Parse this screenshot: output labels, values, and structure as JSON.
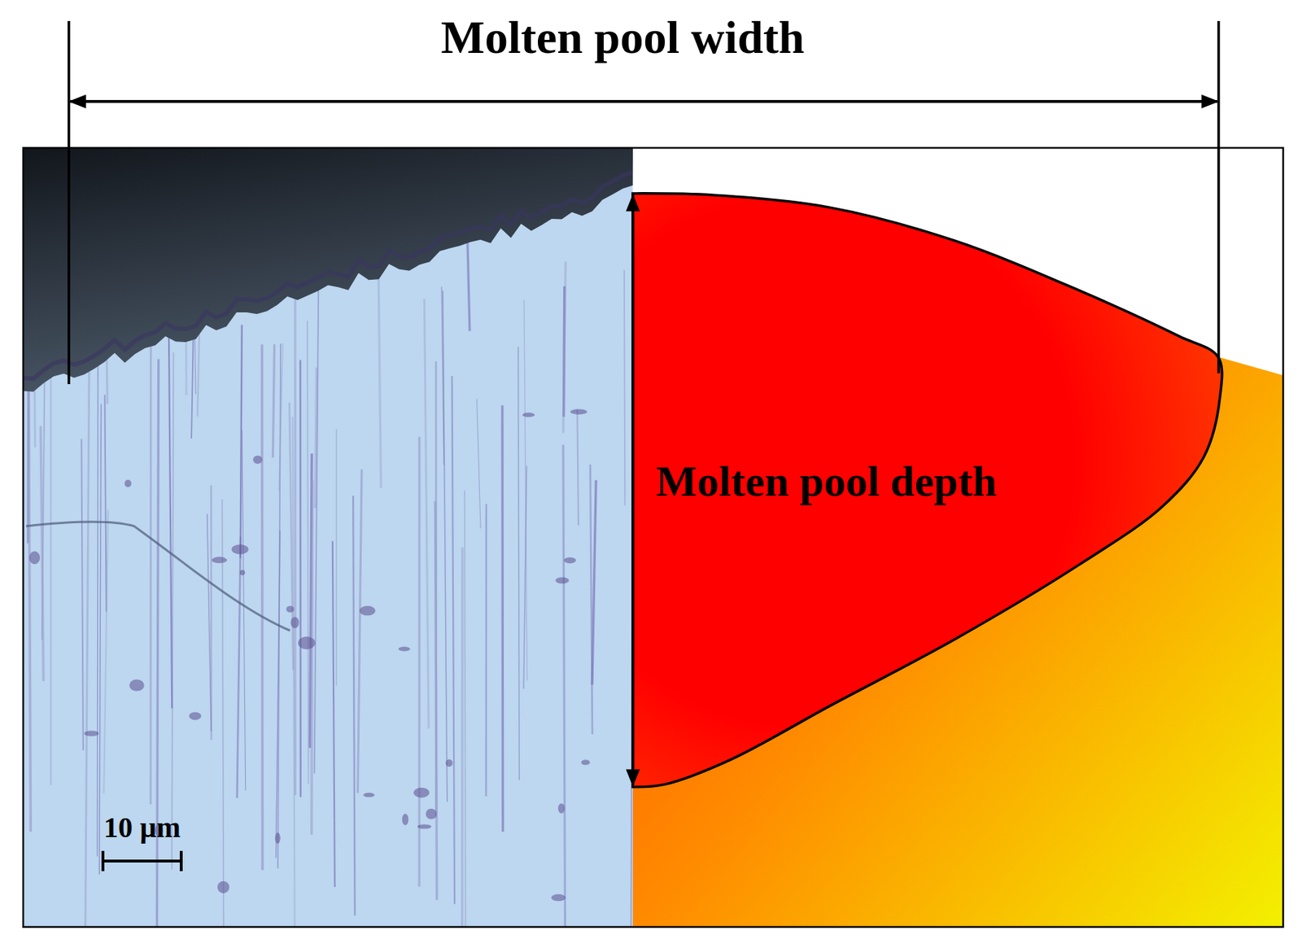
{
  "diagram": {
    "labels": [
      "Molten pool width",
      "Molten pool depth",
      "10 μm"
    ]
  }
}
